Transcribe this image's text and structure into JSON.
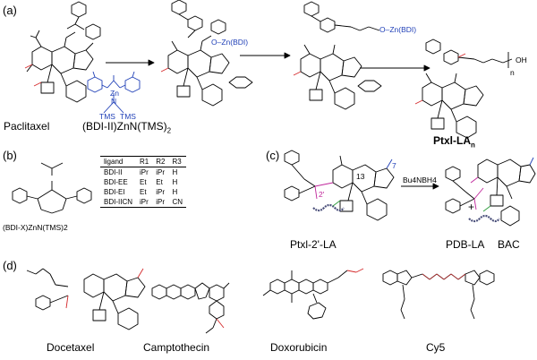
{
  "panels": {
    "a": "(a)",
    "b": "(b)",
    "c": "(c)",
    "d": "(d)"
  },
  "panel_a": {
    "paclitaxel": "Paclitaxel",
    "catalyst": "(BDI-II)ZnN(TMS)",
    "catalyst_sub": "2",
    "zn_bdi_1": "O–Zn(BDI)",
    "zn_bdi_2": "O–Zn(BDI)",
    "product": "Ptxl-LA",
    "product_sub": "n",
    "oh": "OH",
    "n": "n",
    "tms": "TMS",
    "zn": "Zn",
    "n_atom": "N"
  },
  "panel_b": {
    "complex_label": "(BDI-X)ZnN(TMS)2",
    "table_headers": [
      "ligand",
      "R1",
      "R2",
      "R3"
    ],
    "table_rows": [
      [
        "BDI-II",
        "iPr",
        "iPr",
        "H"
      ],
      [
        "BDI-EE",
        "Et",
        "Et",
        "H"
      ],
      [
        "BDI-EI",
        "Et",
        "iPr",
        "H"
      ],
      [
        "BDI-IICN",
        "iPr",
        "iPr",
        "CN"
      ]
    ]
  },
  "panel_c": {
    "reactant": "Ptxl-2'-LA",
    "reagent": "Bu4NBH4",
    "product1": "PDB-LA",
    "product2": "BAC",
    "plus": "+",
    "label_13": "13",
    "label_7": "7",
    "label_2p": "2'"
  },
  "panel_d": {
    "compounds": [
      "Docetaxel",
      "Camptothecin",
      "Doxorubicin",
      "Cy5"
    ]
  },
  "colors": {
    "blue": "#1f3fb7",
    "red": "#d4282a",
    "magenta": "#c0269b",
    "green": "#2c9a3a",
    "black": "#000000"
  }
}
